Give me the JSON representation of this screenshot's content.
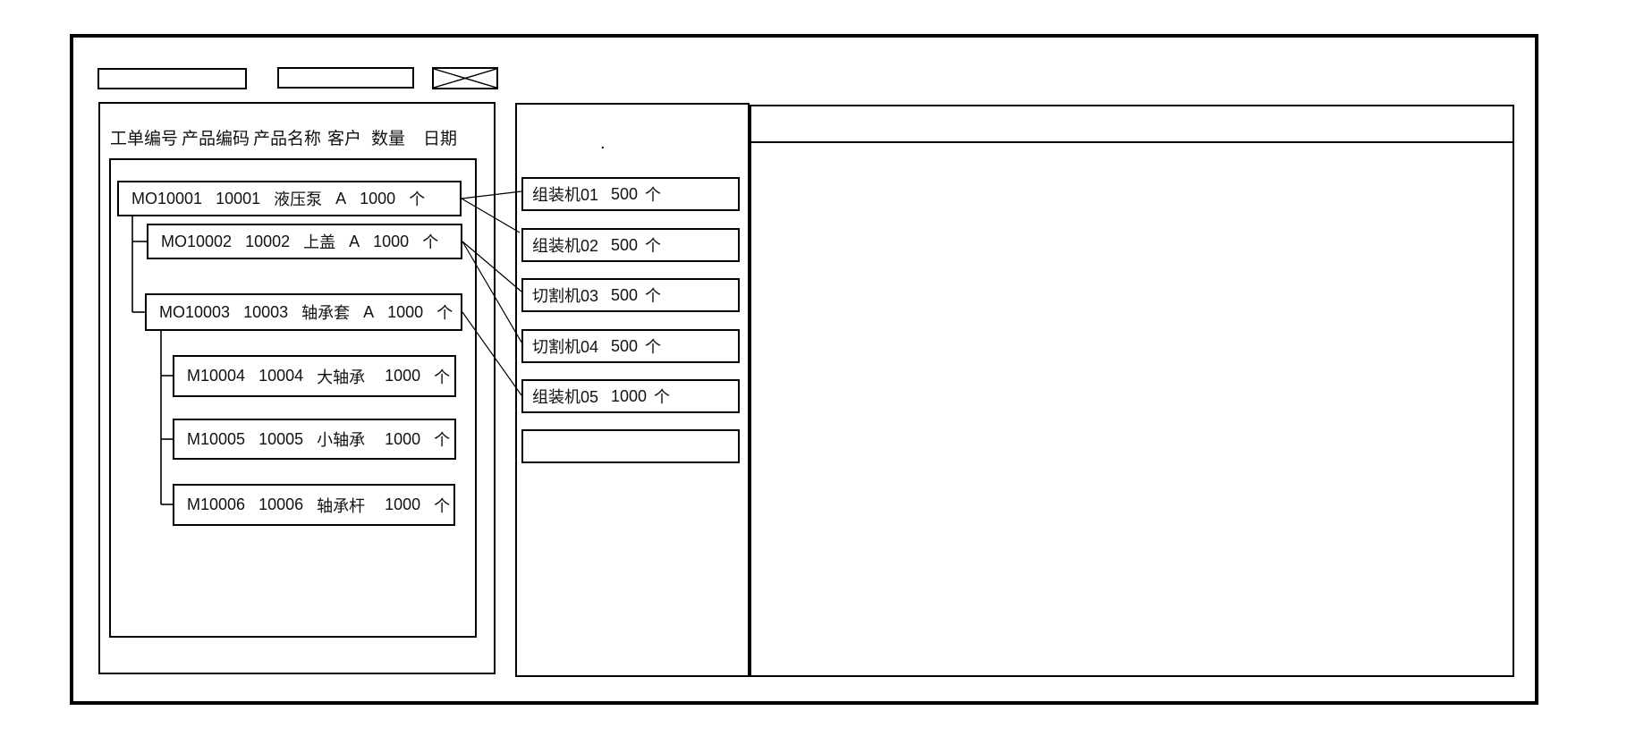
{
  "colors": {
    "line": "#000000",
    "text": "#111111",
    "background": "#ffffff"
  },
  "toolbar": {
    "field1_value": "",
    "field2_value": ""
  },
  "work_order_panel": {
    "columns": [
      "工单编号",
      "产品编码",
      "产品名称",
      "客户",
      "数量",
      "日期"
    ],
    "rows": [
      {
        "order_no": "MO10001",
        "product_code": "10001",
        "product_name": "液压泵",
        "customer": "A",
        "qty": "1000",
        "unit": "个",
        "level": 0,
        "parent": ""
      },
      {
        "order_no": "MO10002",
        "product_code": "10002",
        "product_name": "上盖",
        "customer": "A",
        "qty": "1000",
        "unit": "个",
        "level": 1,
        "parent": "MO10001"
      },
      {
        "order_no": "MO10003",
        "product_code": "10003",
        "product_name": "轴承套",
        "customer": "A",
        "qty": "1000",
        "unit": "个",
        "level": 1,
        "parent": "MO10001"
      },
      {
        "order_no": "M10004",
        "product_code": "10004",
        "product_name": "大轴承",
        "customer": "",
        "qty": "1000",
        "unit": "个",
        "level": 2,
        "parent": "MO10003"
      },
      {
        "order_no": "M10005",
        "product_code": "10005",
        "product_name": "小轴承",
        "customer": "",
        "qty": "1000",
        "unit": "个",
        "level": 2,
        "parent": "MO10003"
      },
      {
        "order_no": "M10006",
        "product_code": "10006",
        "product_name": "轴承杆",
        "customer": "",
        "qty": "1000",
        "unit": "个",
        "level": 2,
        "parent": "MO10003"
      }
    ]
  },
  "machine_panel": {
    "stray_mark": ".",
    "items": [
      {
        "machine": "组装机01",
        "qty": "500",
        "unit": "个"
      },
      {
        "machine": "组装机02",
        "qty": "500",
        "unit": "个"
      },
      {
        "machine": "切割机03",
        "qty": "500",
        "unit": "个"
      },
      {
        "machine": "切割机04",
        "qty": "500",
        "unit": "个"
      },
      {
        "machine": "组装机05",
        "qty": "1000",
        "unit": "个"
      },
      {
        "machine": "",
        "qty": "",
        "unit": ""
      }
    ]
  },
  "assignments": [
    {
      "from": "MO10001",
      "to": "组装机01"
    },
    {
      "from": "MO10001",
      "to": "组装机02"
    },
    {
      "from": "MO10002",
      "to": "切割机03"
    },
    {
      "from": "MO10002",
      "to": "切割机04"
    },
    {
      "from": "MO10003",
      "to": "组装机05"
    }
  ]
}
